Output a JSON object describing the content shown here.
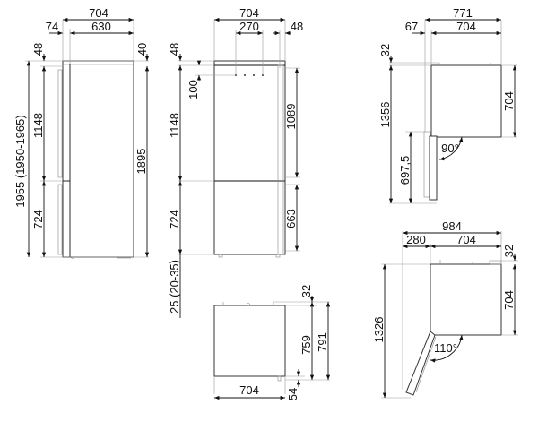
{
  "drawing": {
    "subject": "Refrigerator dimension drawing (mm)",
    "front_view": {
      "width_total": "704",
      "door_offset": "74",
      "body_width": "630",
      "top_gap_left": "48",
      "top_gap_right": "40",
      "overall_height": "1955 (1950-1965)",
      "upper_section_height": "1148",
      "lower_section_height": "724",
      "cabinet_height": "1895"
    },
    "side_view": {
      "width_total": "704",
      "vent_spacing": "270",
      "handle_depth": "48",
      "top_gap": "48",
      "vent_drop": "100",
      "upper_section_height": "1148",
      "lower_section_height": "724",
      "floor_gap": "25 (20-35)",
      "upper_handle_height": "1089",
      "lower_handle_height": "663"
    },
    "top_view": {
      "width": "704",
      "top_clearance": "32",
      "depth_body": "759",
      "depth_total": "791",
      "bottom_gap": "54"
    },
    "door_open_90": {
      "total_width": "771",
      "door_thickness": "67",
      "body_width": "704",
      "top_clearance": "32",
      "total_depth": "1356",
      "body_depth": "704",
      "door_depth": "697,5",
      "angle": "90°"
    },
    "door_open_110": {
      "total_width": "984",
      "door_swing": "280",
      "body_width": "704",
      "top_clearance": "32",
      "total_depth": "1326",
      "body_depth": "704",
      "angle": "110°"
    }
  }
}
